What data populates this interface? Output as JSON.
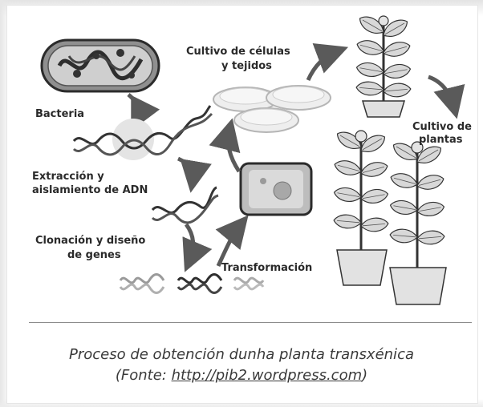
{
  "labels": {
    "bacteria": "Bacteria",
    "extraction_1": "Extracción y",
    "extraction_2": "aislamiento de ADN",
    "cloning_1": "Clonación y diseño",
    "cloning_2": "de genes",
    "transformation": "Transformación",
    "culture_cells_1": "Cultivo de células",
    "culture_cells_2": "y tejidos",
    "plant_culture_1": "Cultivo de",
    "plant_culture_2": "plantas"
  },
  "caption": {
    "line1": "Proceso de obtención dunha planta transxénica",
    "line2_prefix": "(Fonte: ",
    "link": "http://pib2.wordpress.com",
    "line2_suffix": ")"
  }
}
